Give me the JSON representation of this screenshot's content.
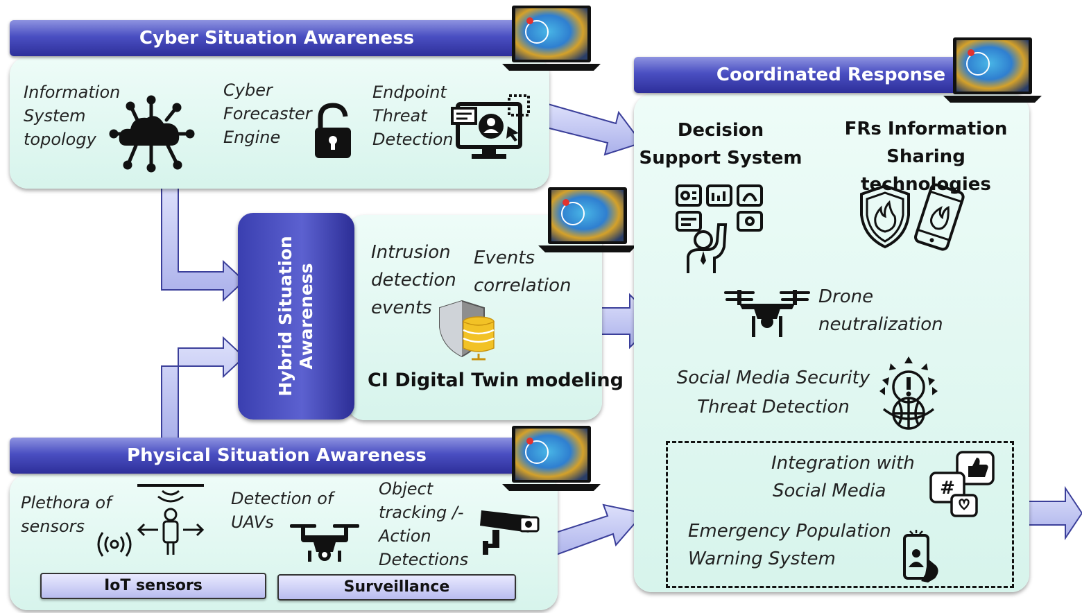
{
  "cyber": {
    "title": "Cyber Situation Awareness",
    "info_line1": "Information",
    "info_line2": "System",
    "info_line3": "topology",
    "forecaster_line1": "Cyber",
    "forecaster_line2": "Forecaster",
    "forecaster_line3": "Engine",
    "endpoint_line1": "Endpoint",
    "endpoint_line2": "Threat",
    "endpoint_line3": "Detection"
  },
  "hybrid": {
    "title_line1": "Hybrid Situation",
    "title_line2": "Awareness",
    "intrusion_line1": "Intrusion",
    "intrusion_line2": "detection",
    "intrusion_line3": "events",
    "events_line1": "Events",
    "events_line2": "correlation",
    "digital_twin": "CI Digital Twin modeling"
  },
  "physical": {
    "title": "Physical Situation Awareness",
    "plethora_line1": "Plethora of",
    "plethora_line2": "sensors",
    "uav_line1": "Detection of",
    "uav_line2": "UAVs",
    "object_line1": "Object",
    "object_line2": "tracking /-",
    "object_line3": "Action",
    "object_line4": "Detections",
    "tag_iot": "IoT sensors",
    "tag_surveillance": "Surveillance"
  },
  "response": {
    "title": "Coordinated Response",
    "dss_line1": "Decision",
    "dss_line2": "Support System",
    "frs_line1": "FRs Information",
    "frs_line2": "Sharing technologies",
    "drone_line1": "Drone",
    "drone_line2": "neutralization",
    "social_sec_line1": "Social Media Security",
    "social_sec_line2": "Threat Detection",
    "integration_line1": "Integration with",
    "integration_line2": "Social Media",
    "warning_line1": "Emergency Population",
    "warning_line2": "Warning System"
  },
  "colors": {
    "banner": "#3b3fae",
    "panel": "#e2f7f1",
    "arrow_fill": "#c8cdf3",
    "arrow_stroke": "#3b3f9a"
  },
  "icons": [
    "cloud-network-icon",
    "padlock-icon",
    "monitor-user-icon",
    "laptop-map-icon",
    "shield-database-icon",
    "person-sensor-icon",
    "wifi-signal-icon",
    "drone-icon",
    "security-camera-icon",
    "dashboard-person-icon",
    "fire-shield-icon",
    "phone-fire-icon",
    "alert-globe-icon",
    "social-media-icon",
    "phone-hand-icon"
  ]
}
